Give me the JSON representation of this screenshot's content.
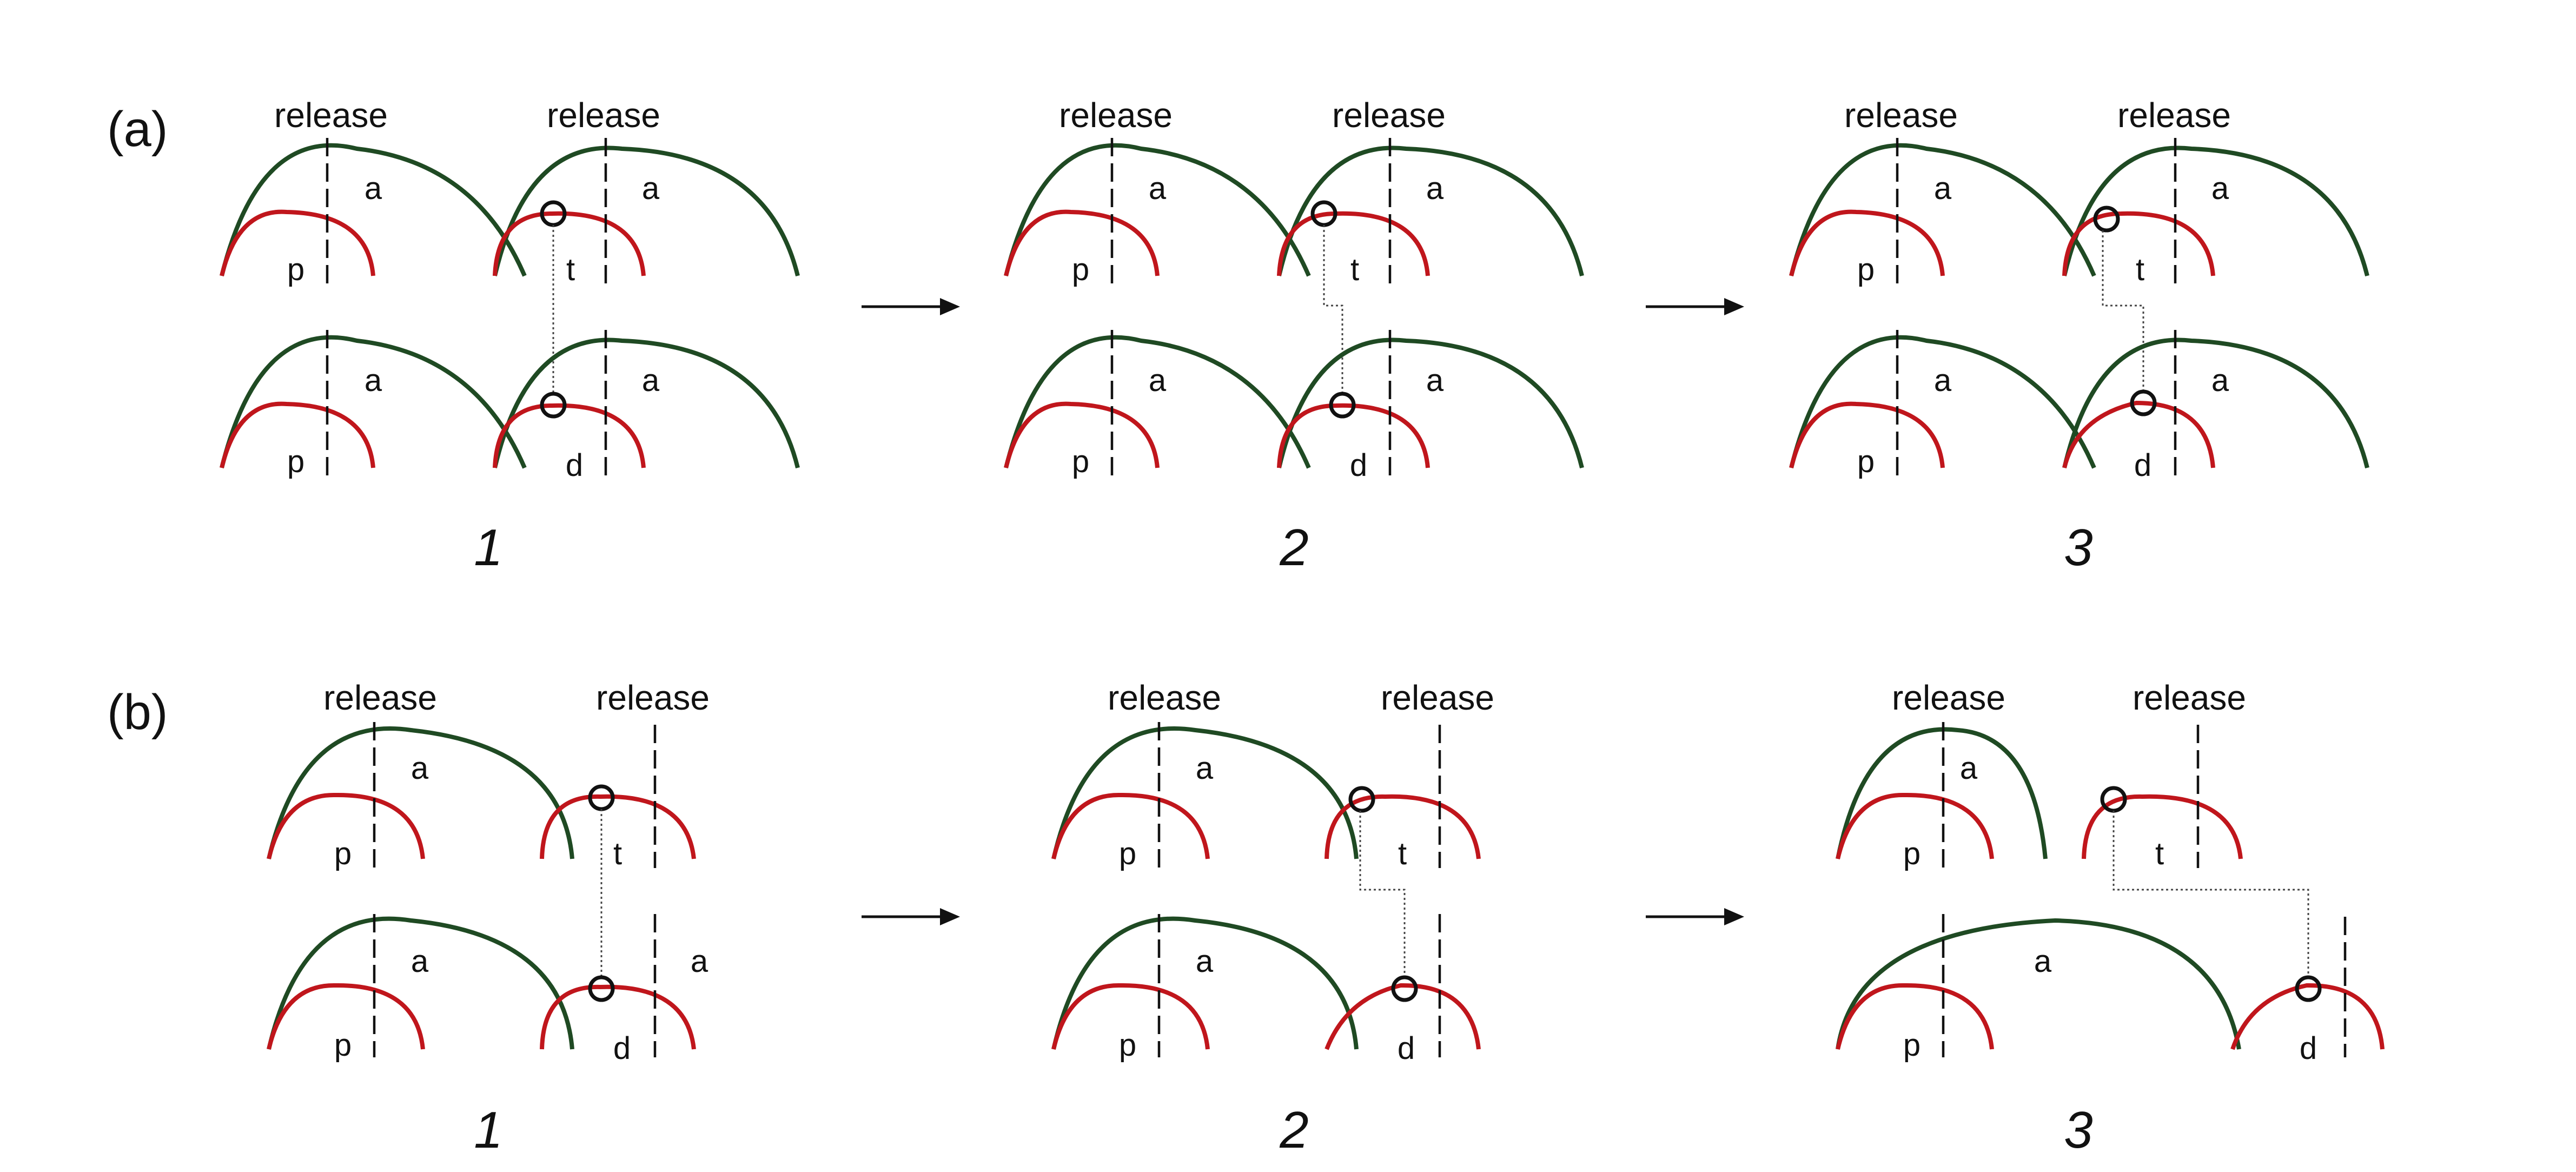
{
  "row_labels": [
    "(a)",
    "(b)"
  ],
  "step_labels": [
    "1",
    "2",
    "3"
  ],
  "release_label": "release",
  "segment_labels": {
    "a": "a",
    "p": "p",
    "t": "t",
    "d": "d"
  },
  "colors": {
    "green_arc": "#1f4a23",
    "red_arc": "#c0161c",
    "ink": "#111111"
  }
}
